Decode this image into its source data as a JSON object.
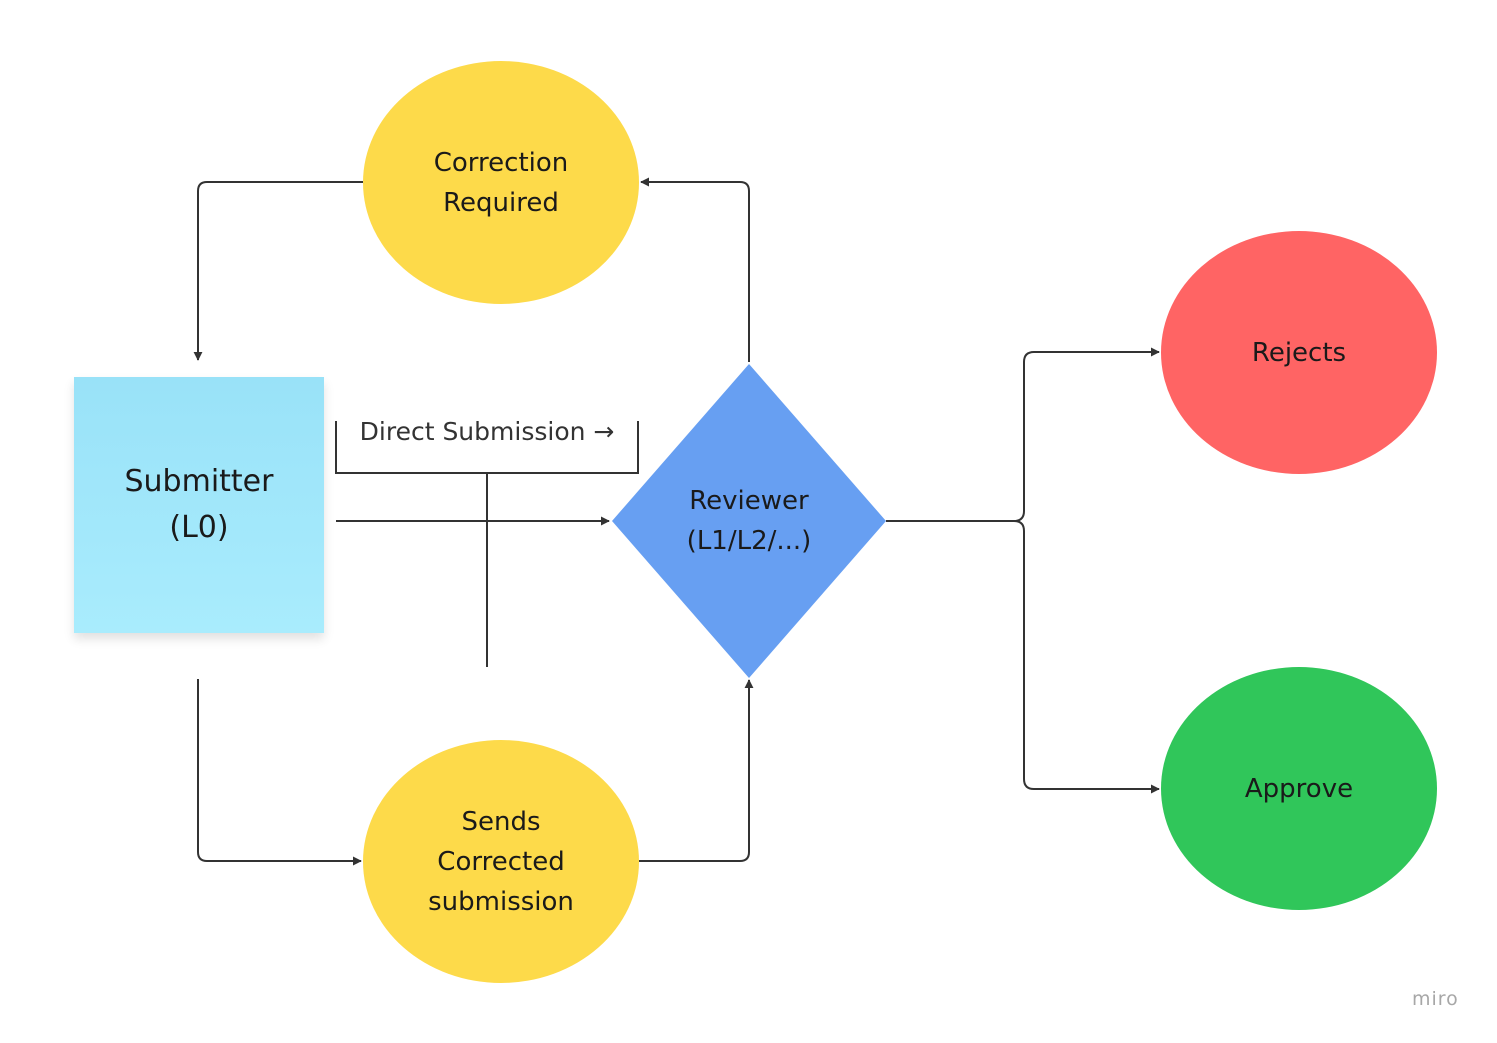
{
  "nodes": {
    "correction": {
      "lines": [
        "Correction",
        "Required"
      ],
      "color": "#FDDA4A"
    },
    "sends": {
      "lines": [
        "Sends",
        "Corrected",
        "submission"
      ],
      "color": "#FDDA4A"
    },
    "submitter": {
      "lines": [
        "Submitter",
        "(L0)"
      ],
      "color_top": "#99E2F8",
      "color_bottom": "#A9ECFD"
    },
    "reviewer": {
      "lines": [
        "Reviewer",
        "(L1/L2/...)"
      ],
      "color": "#679FF2"
    },
    "rejects": {
      "label": "Rejects",
      "color": "#FF6464"
    },
    "approve": {
      "label": "Approve",
      "color": "#30C65A"
    }
  },
  "annotation": {
    "direct_submission": "Direct Submission →"
  },
  "connector_color": "#333333",
  "watermark": "miro"
}
